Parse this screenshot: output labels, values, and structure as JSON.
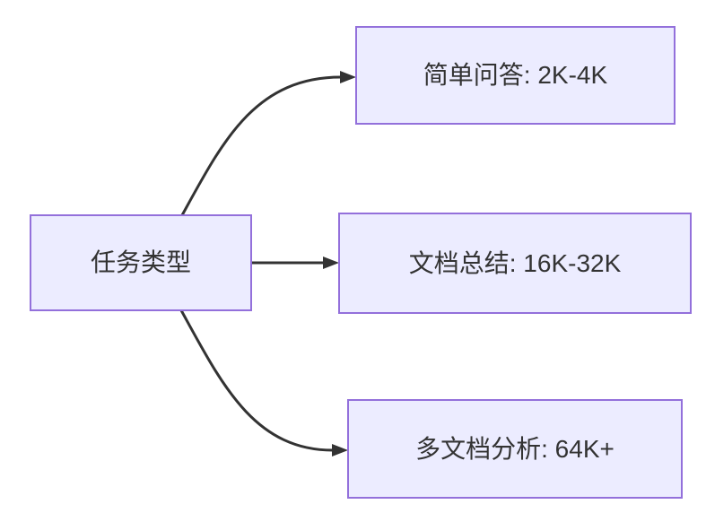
{
  "diagram": {
    "type": "flowchart-LR",
    "root": {
      "id": "root",
      "label": "任务类型"
    },
    "branches": [
      {
        "id": "branch-qa",
        "label": "简单问答: 2K-4K"
      },
      {
        "id": "branch-summary",
        "label": "文档总结: 16K-32K"
      },
      {
        "id": "branch-multi",
        "label": "多文档分析: 64K+"
      }
    ],
    "edges": [
      {
        "from": "任务类型",
        "to": "简单问答: 2K-4K"
      },
      {
        "from": "任务类型",
        "to": "文档总结: 16K-32K"
      },
      {
        "from": "任务类型",
        "to": "多文档分析: 64K+"
      }
    ]
  },
  "colors": {
    "node_fill": "#ECECFF",
    "node_border": "#9370DB",
    "edge": "#333333",
    "text": "#333333",
    "background": "#FFFFFF"
  }
}
